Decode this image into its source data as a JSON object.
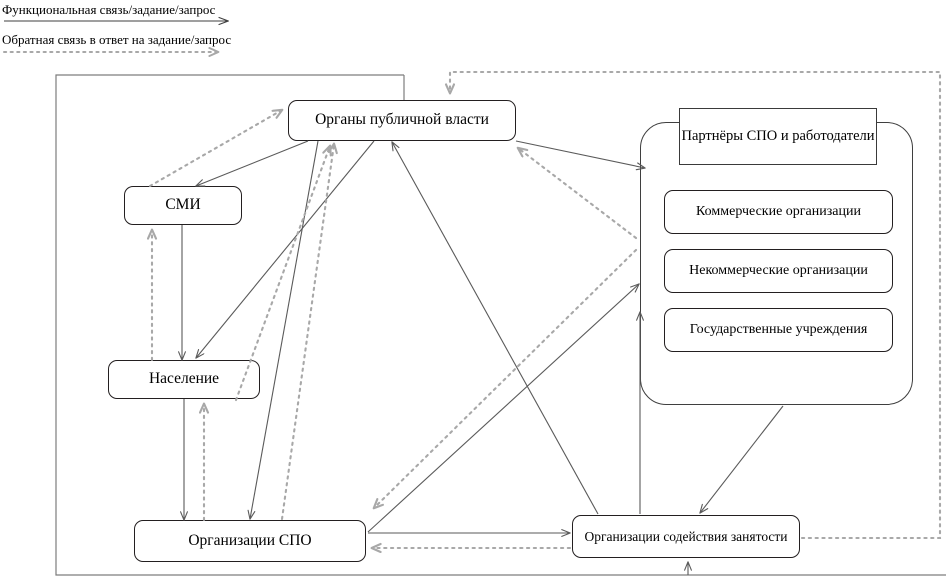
{
  "legend": {
    "items": [
      {
        "id": "functional",
        "label": "Функциональная связь/задание/запрос",
        "style": "solid",
        "color": "#3f3f3f"
      },
      {
        "id": "feedback",
        "label": "Обратная связь в ответ на задание/запрос",
        "style": "dotted",
        "color": "#9c9c9c"
      }
    ]
  },
  "nodes": {
    "authority": {
      "label": "Органы публичной власти"
    },
    "smi": {
      "label": "СМИ"
    },
    "population": {
      "label": "Население"
    },
    "spo": {
      "label": "Организации СПО"
    },
    "employment": {
      "label": "Организации содействия занятости"
    },
    "partners_header": {
      "label": "Партнёры СПО и работодатели"
    },
    "partner_items": [
      {
        "label": "Коммерческие организации"
      },
      {
        "label": "Некоммерческие организации"
      },
      {
        "label": "Государственные учреждения"
      }
    ]
  },
  "colors": {
    "solid_link": "#5a5a5a",
    "dotted_link": "#a8a8a8",
    "node_border": "#231f20",
    "panel_border": "#3f3f3f",
    "frame_border": "#7d7d7d",
    "text": "#000000",
    "background": "#ffffff"
  },
  "frame": {
    "name": "outer-system-boundary"
  }
}
